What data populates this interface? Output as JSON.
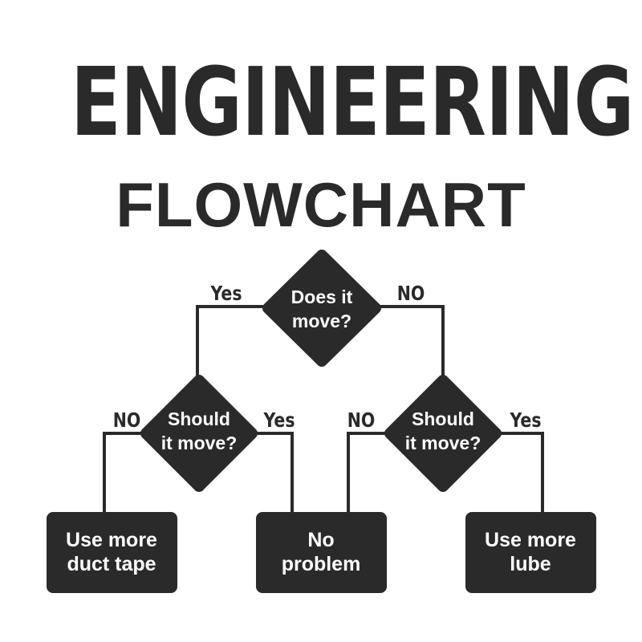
{
  "title": {
    "main": "ENGINEERING",
    "sub": "FLOWCHART"
  },
  "colors": {
    "ink": "#2a2a2a",
    "node_text": "#ffffff",
    "background": "#ffffff"
  },
  "nodes": {
    "q_moves": {
      "line1": "Does it",
      "line2": "move?"
    },
    "q_should_left": {
      "line1": "Should",
      "line2": "it move?"
    },
    "q_should_right": {
      "line1": "Should",
      "line2": "it move?"
    },
    "out_duct_tape": {
      "line1": "Use more",
      "line2": "duct tape"
    },
    "out_no_problem": {
      "line1": "No",
      "line2": "problem"
    },
    "out_lube": {
      "line1": "Use more",
      "line2": "lube"
    }
  },
  "edges": {
    "moves_yes": "Yes",
    "moves_no": "NO",
    "left_no": "NO",
    "left_yes": "Yes",
    "right_no": "NO",
    "right_yes": "Yes"
  }
}
